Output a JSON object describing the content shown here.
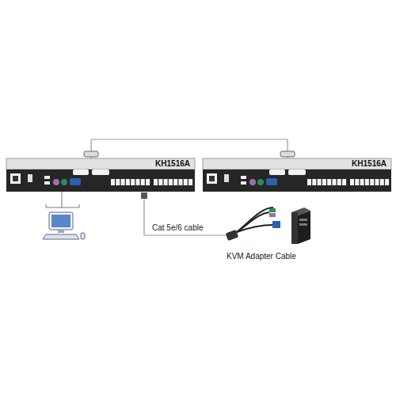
{
  "diagram": {
    "nodes": [
      {
        "text": [
          "KH1516A"
        ]
      },
      {
        "text": [
          "KH1516A"
        ]
      }
    ],
    "edges": [
      {
        "from": 0,
        "to": 1,
        "arrow": "none"
      }
    ],
    "labels": [
      "Cat 5e/6 cable",
      "KVM Adapter Cable"
    ]
  }
}
